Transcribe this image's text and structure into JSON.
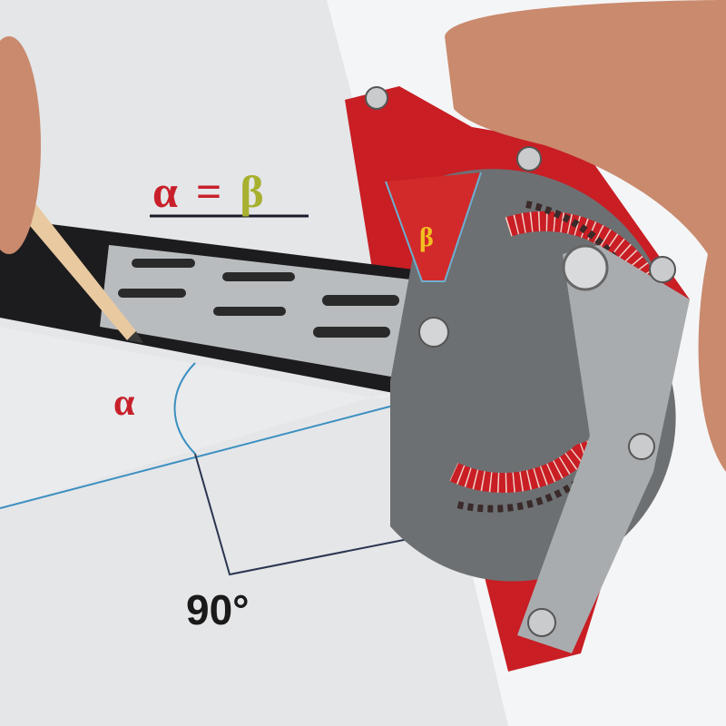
{
  "scene": {
    "description": "Angle finder / bevel gauge tool on paper with pencil",
    "colors": {
      "paper": "#e6e8ea",
      "blue_line": "#3a8fc0",
      "tool_red": "#c81e24",
      "steel": "#6d7073",
      "steel_light": "#a9acae",
      "ruler_black": "#1c1c1e",
      "skin": "#c98a6e"
    }
  },
  "annotations": {
    "formula_alpha": "α",
    "formula_equals": "=",
    "formula_beta": "β",
    "alpha_label": "α",
    "beta_label": "β",
    "angle_label": "90°"
  }
}
